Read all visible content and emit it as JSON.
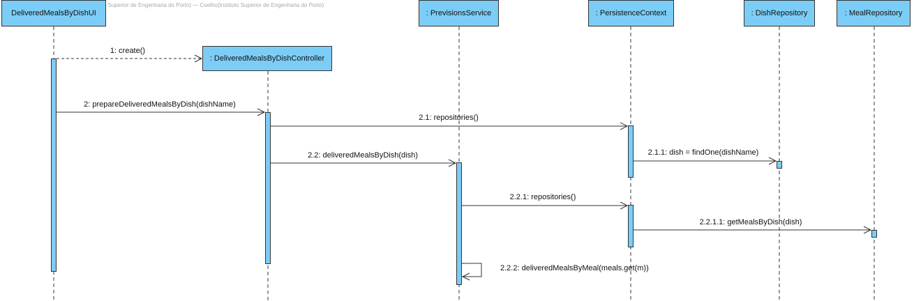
{
  "watermark": "Visual Paradigm Standard Edition(Instituto Superior de Engenharia do Porto) — Coelho(Instituto Superior de Engenharia do Porto)",
  "lifelines": [
    {
      "id": "ui",
      "label": "DeliveredMealsByDishUI"
    },
    {
      "id": "controller",
      "label": ": DeliveredMealsByDishController"
    },
    {
      "id": "service",
      "label": ": PrevisionsService"
    },
    {
      "id": "persistence",
      "label": ": PersistenceContext"
    },
    {
      "id": "dishrepo",
      "label": ": DishRepository"
    },
    {
      "id": "mealrepo",
      "label": ": MealRepository"
    }
  ],
  "messages": [
    {
      "label": "1: create()",
      "from": "ui",
      "to": "controller",
      "kind": "create"
    },
    {
      "label": "2: prepareDeliveredMealsByDish(dishName)",
      "from": "ui",
      "to": "controller",
      "kind": "sync"
    },
    {
      "label": "2.1: repositories()",
      "from": "controller",
      "to": "persistence",
      "kind": "sync"
    },
    {
      "label": "2.1.1: dish = findOne(dishName)",
      "from": "persistence",
      "to": "dishrepo",
      "kind": "sync"
    },
    {
      "label": "2.2: deliveredMealsByDish(dish)",
      "from": "controller",
      "to": "service",
      "kind": "sync"
    },
    {
      "label": "2.2.1: repositories()",
      "from": "service",
      "to": "persistence",
      "kind": "sync"
    },
    {
      "label": "2.2.1.1: getMealsByDish(dish)",
      "from": "persistence",
      "to": "mealrepo",
      "kind": "sync"
    },
    {
      "label": "2.2.2: deliveredMealsByMeal(meals.get(m))",
      "from": "service",
      "to": "service",
      "kind": "self"
    }
  ],
  "colors": {
    "fill": "#7ccdf6",
    "stroke": "#333333"
  }
}
